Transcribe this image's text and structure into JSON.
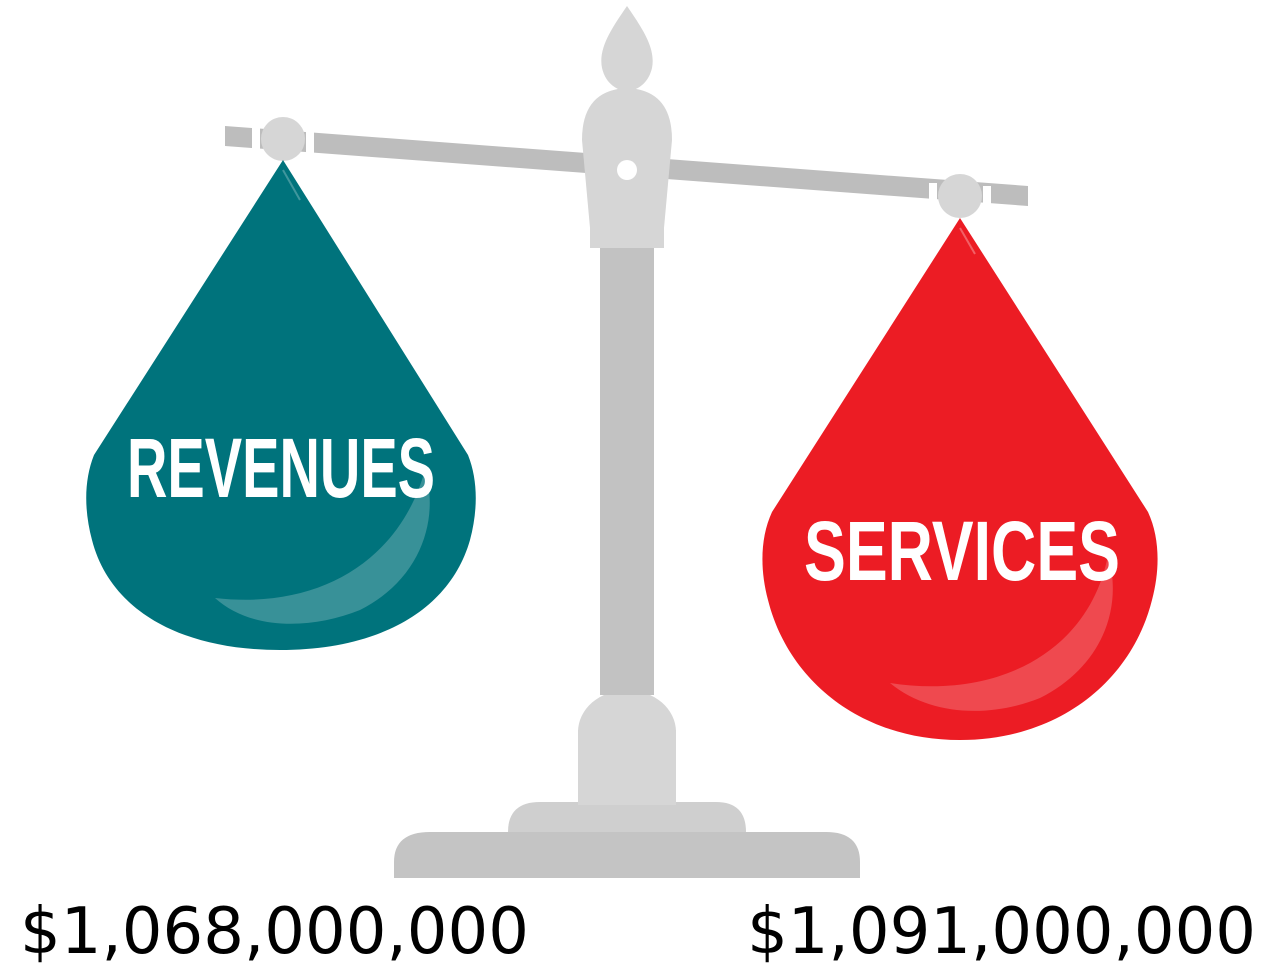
{
  "left_side": {
    "label": "REVENUES",
    "amount": "$1,068,000,000",
    "color": "#00737c"
  },
  "right_side": {
    "label": "SERVICES",
    "amount": "$1,091,000,000",
    "color": "#ec1c24"
  },
  "scale_color": "#c4c4c4"
}
